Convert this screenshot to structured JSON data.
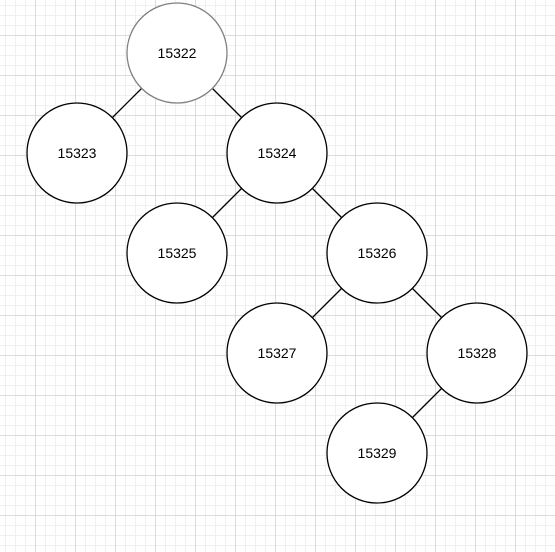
{
  "diagram": {
    "nodes": [
      {
        "id": "n15322",
        "label": "15322",
        "root": true
      },
      {
        "id": "n15323",
        "label": "15323"
      },
      {
        "id": "n15324",
        "label": "15324"
      },
      {
        "id": "n15325",
        "label": "15325"
      },
      {
        "id": "n15326",
        "label": "15326"
      },
      {
        "id": "n15327",
        "label": "15327"
      },
      {
        "id": "n15328",
        "label": "15328"
      },
      {
        "id": "n15329",
        "label": "15329"
      }
    ],
    "edges": [
      {
        "from": "n15322",
        "to": "n15323"
      },
      {
        "from": "n15322",
        "to": "n15324"
      },
      {
        "from": "n15324",
        "to": "n15325"
      },
      {
        "from": "n15324",
        "to": "n15326"
      },
      {
        "from": "n15326",
        "to": "n15327"
      },
      {
        "from": "n15326",
        "to": "n15328"
      },
      {
        "from": "n15328",
        "to": "n15329"
      }
    ],
    "colors": {
      "root_stroke": "#808080",
      "node_stroke": "#000000",
      "node_fill": "#ffffff",
      "edge": "#000000",
      "grid_major": "#dcdcdc",
      "grid_minor": "#f0f0f0"
    }
  }
}
